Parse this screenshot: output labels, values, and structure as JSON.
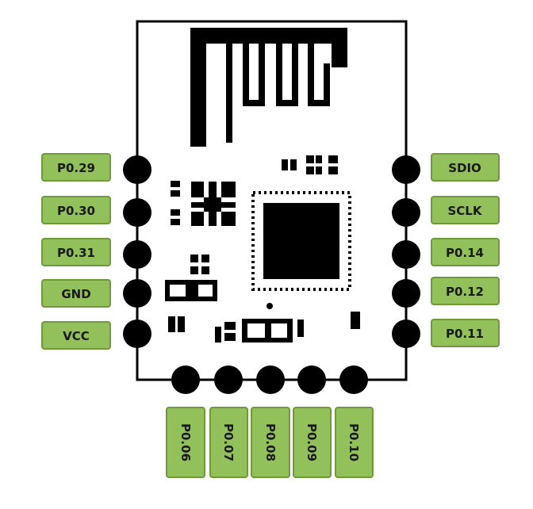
{
  "module": {
    "left_pins": [
      "P0.29",
      "P0.30",
      "P0.31",
      "GND",
      "VCC"
    ],
    "right_pins": [
      "SDIO",
      "SCLK",
      "P0.14",
      "P0.12",
      "P0.11"
    ],
    "bottom_pins": [
      "P0.06",
      "P0.07",
      "P0.08",
      "P0.09",
      "P0.10"
    ]
  },
  "colors": {
    "label_fill": "#92c05a",
    "label_border": "#6e9a3c",
    "board_outline": "#000000",
    "pad": "#000000"
  }
}
